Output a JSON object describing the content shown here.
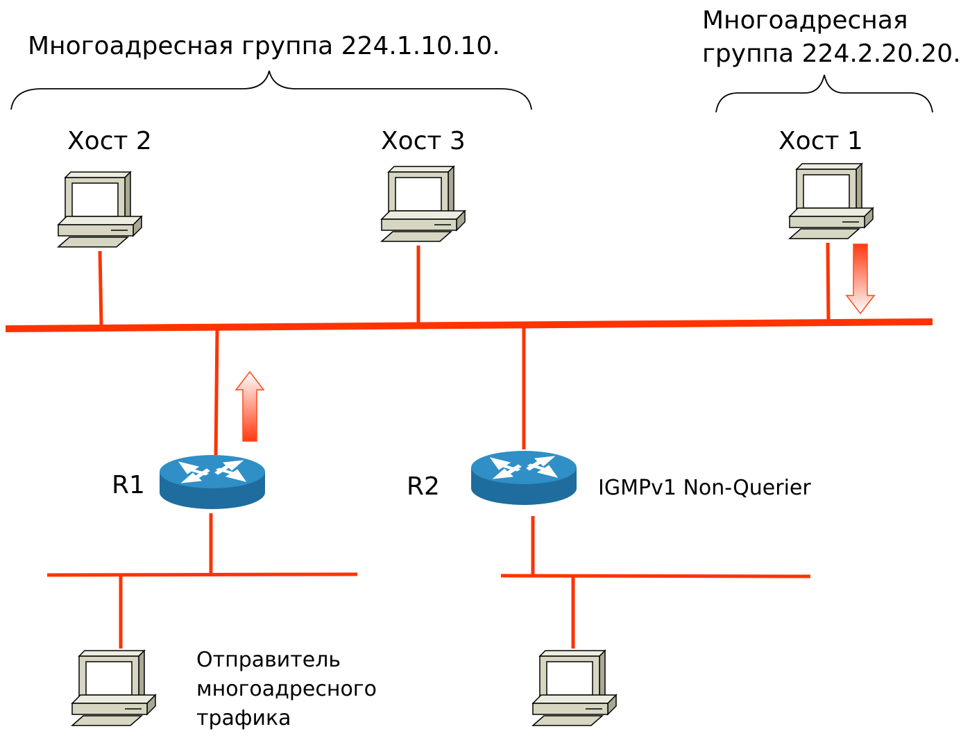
{
  "groups": {
    "group1": "Многоадресная группа 224.1.10.10.",
    "group2_line1": "Многоадресная",
    "group2_line2": "группа 224.2.20.20."
  },
  "hosts": {
    "host2": "Хост 2",
    "host3": "Хост 3",
    "host1": "Хост 1"
  },
  "routers": {
    "r1": "R1",
    "r2": "R2",
    "r2_role": "IGMPv1 Non-Querier"
  },
  "sender": {
    "line1": "Отправитель",
    "line2": "многоадресного",
    "line3": "трафика"
  },
  "colors": {
    "link": "#ff3300",
    "router_top": "#2f8fc6",
    "router_side": "#1f6d9e",
    "pc_body": "#d6d6c2",
    "arrow": "#ff4a1a"
  }
}
